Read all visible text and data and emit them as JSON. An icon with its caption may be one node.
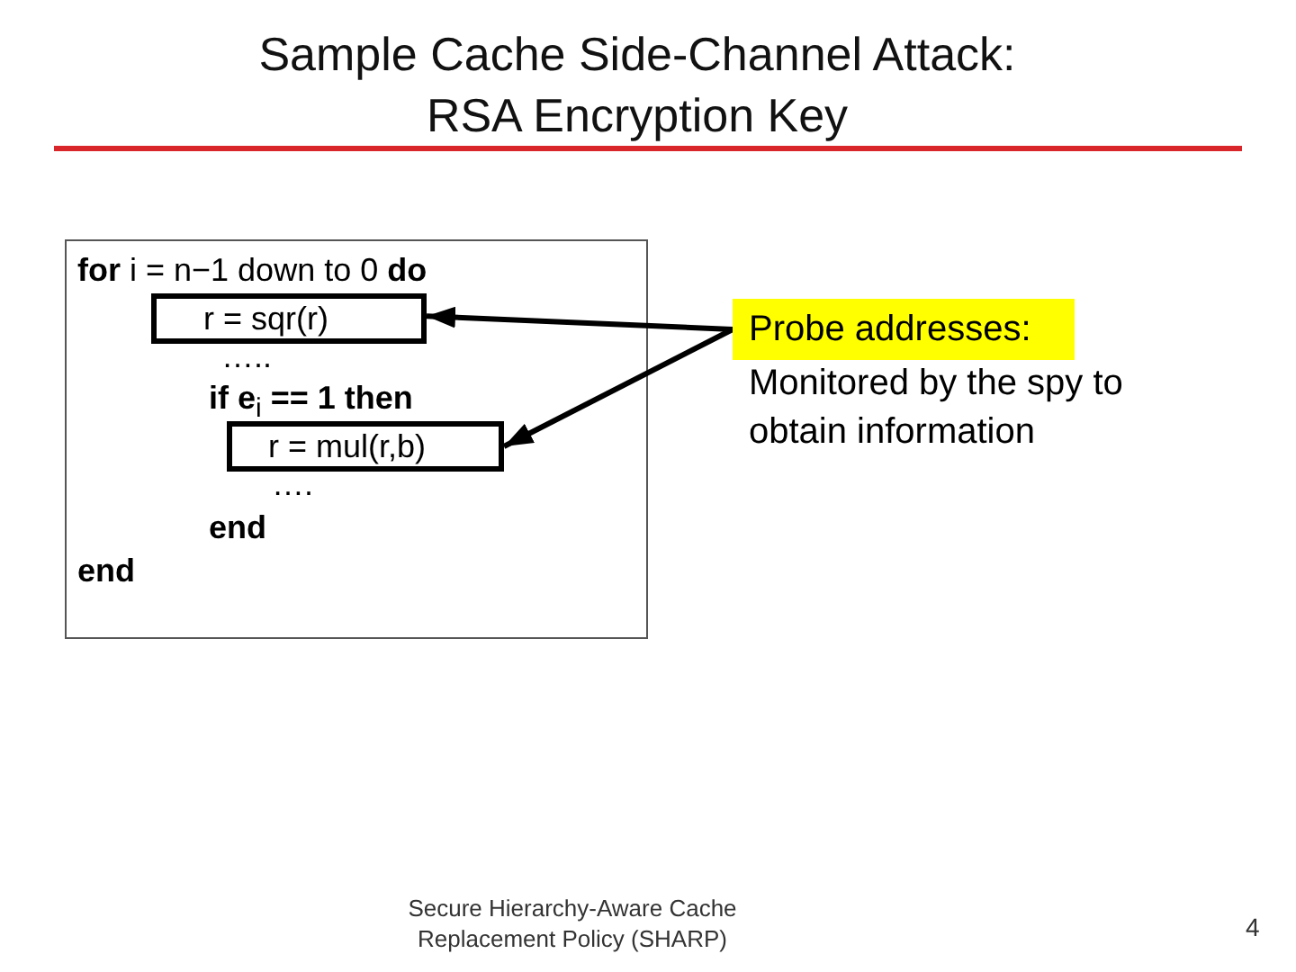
{
  "diagram": {
    "title": "Sample Cache Side-Channel Attack: RSA Encryption Key",
    "nodes": [
      {
        "text": [
          "**for** i = n−1 down to 0 **do**",
          "…..",
          "**if e**$_{i}$ **== 1 then**",
          "….",
          "end",
          "end"
        ]
      },
      {
        "text": [
          "r = sqr(r)"
        ],
        "in": 0
      },
      {
        "text": [
          "r = mul(r,b)"
        ],
        "in": 0
      },
      {
        "text": [
          "Probe addresses:"
        ],
        "beside": [
          "Monitored by the spy to obtain information"
        ]
      }
    ],
    "edges": [
      {
        "from": 3,
        "to": 1,
        "arrow": "to"
      },
      {
        "from": 3,
        "to": 2,
        "arrow": "to"
      }
    ],
    "labels": [
      "Secure Hierarchy-Aware Cache Replacement Policy (SHARP)",
      "4"
    ]
  }
}
